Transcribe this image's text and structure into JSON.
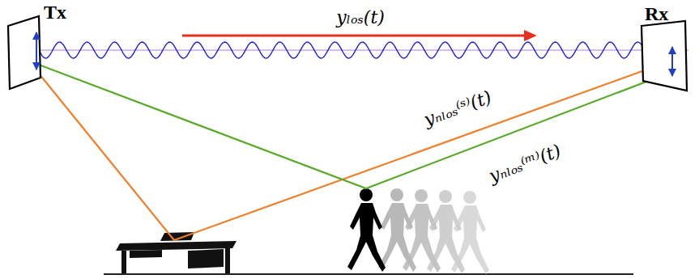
{
  "diagram": {
    "nodes": [
      {
        "text": [
          "Tx"
        ]
      },
      {
        "text": [
          "Rx"
        ]
      }
    ],
    "edges": [
      {
        "from": 0,
        "to": 1,
        "arrow": "none"
      },
      {
        "from": 0,
        "to": 1,
        "arrow": "none",
        "label": "yₙₗₒₛ⁽ˢ⁾(t)"
      },
      {
        "from": 0,
        "to": 1,
        "arrow": "none",
        "label": "yₙₗₒₛ⁽ᵐ⁾(t)"
      }
    ],
    "labels": [
      "yₗₒₛ(t)"
    ]
  }
}
